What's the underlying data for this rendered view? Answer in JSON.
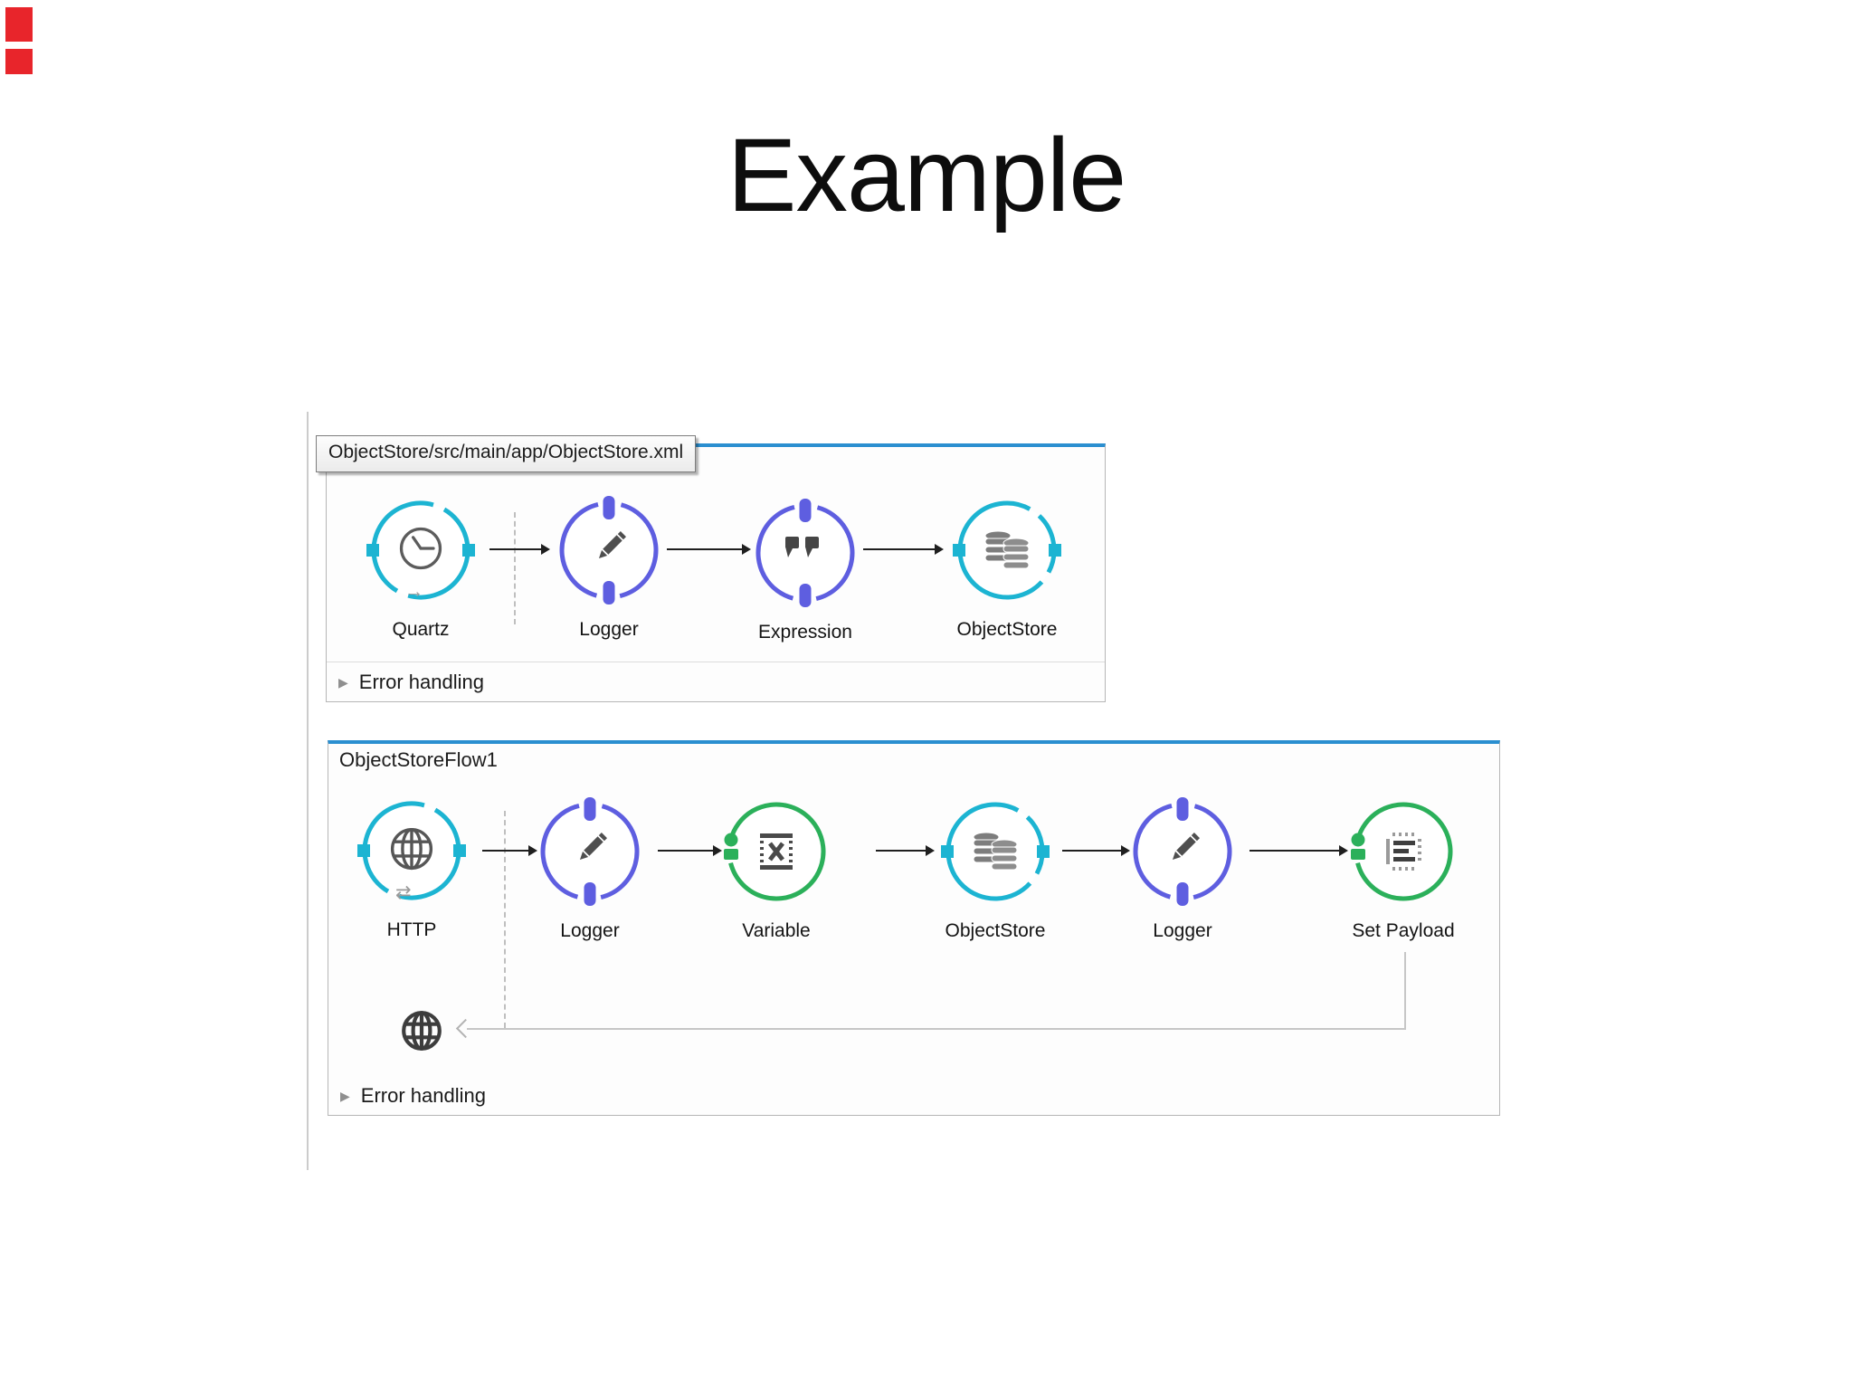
{
  "slide": {
    "title": "Example"
  },
  "corner_marks": {
    "color": "#e8252b"
  },
  "tooltip": {
    "text": "ObjectStore/src/main/app/ObjectStore.xml"
  },
  "flow1": {
    "error_handling": "Error handling",
    "nodes": [
      {
        "label": "Quartz",
        "type": "endpoint-teal"
      },
      {
        "label": "Logger",
        "type": "processor-violet"
      },
      {
        "label": "Expression",
        "type": "processor-violet"
      },
      {
        "label": "ObjectStore",
        "type": "endpoint-teal"
      }
    ]
  },
  "flow2": {
    "title": "ObjectStoreFlow1",
    "error_handling": "Error handling",
    "nodes": [
      {
        "label": "HTTP",
        "type": "endpoint-teal"
      },
      {
        "label": "Logger",
        "type": "processor-violet"
      },
      {
        "label": "Variable",
        "type": "transformer-green"
      },
      {
        "label": "ObjectStore",
        "type": "endpoint-teal"
      },
      {
        "label": "Logger",
        "type": "processor-violet"
      },
      {
        "label": "Set Payload",
        "type": "transformer-green"
      }
    ]
  },
  "colors": {
    "panel_accent_blue": "#2b8fd0",
    "endpoint_teal": "#1cb4d2",
    "processor_violet": "#5e5ee0",
    "transformer_green": "#2bb05a",
    "icon_gray": "#4f4f4f",
    "return_line_gray": "#c6c6c6"
  }
}
